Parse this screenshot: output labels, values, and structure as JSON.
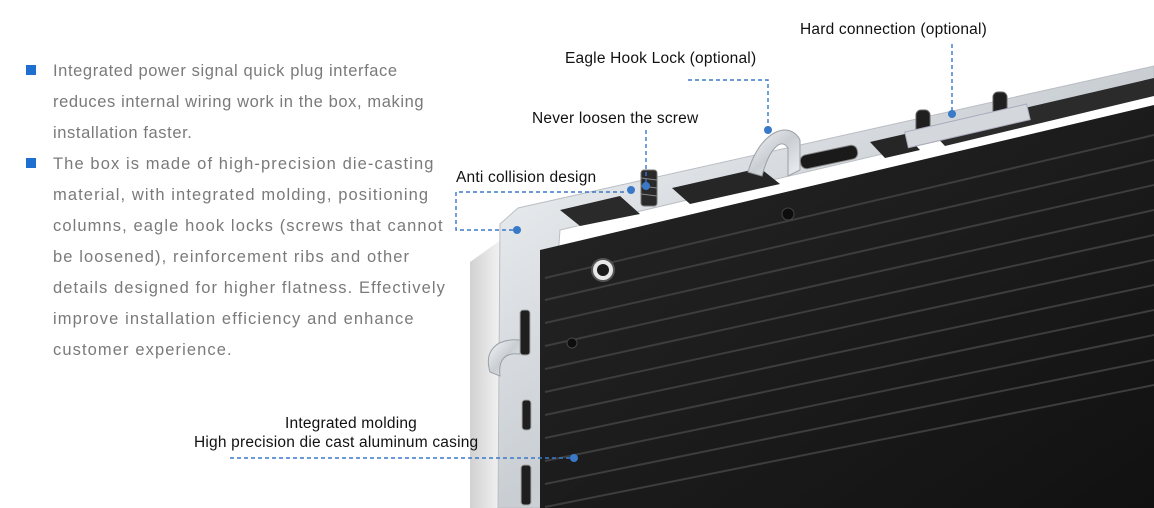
{
  "features": [
    {
      "text": "Integrated power signal quick plug interface reduces internal wiring work in the box, making installation faster."
    },
    {
      "text": "The box is made of high-precision die-casting material, with integrated molding, positioning columns, eagle hook locks (screws that cannot be loosened), reinforcement ribs and other details designed for higher flatness. Effectively improve installation efficiency and enhance customer experience."
    }
  ],
  "callouts": {
    "hard_connection": "Hard connection (optional)",
    "eagle_hook_lock": "Eagle Hook Lock (optional)",
    "never_loosen": "Never loosen the screw",
    "anti_collision": "Anti collision design",
    "integrated_molding": "Integrated molding",
    "casing": "High precision die cast aluminum casing"
  },
  "colors": {
    "bullet": "#1e6fd0",
    "leader_line": "#3a78c8",
    "feature_text": "#7a7a7a",
    "label_text": "#111111",
    "casing_dark": "#1c1c1c",
    "frame_silver": "#d9dde1"
  }
}
